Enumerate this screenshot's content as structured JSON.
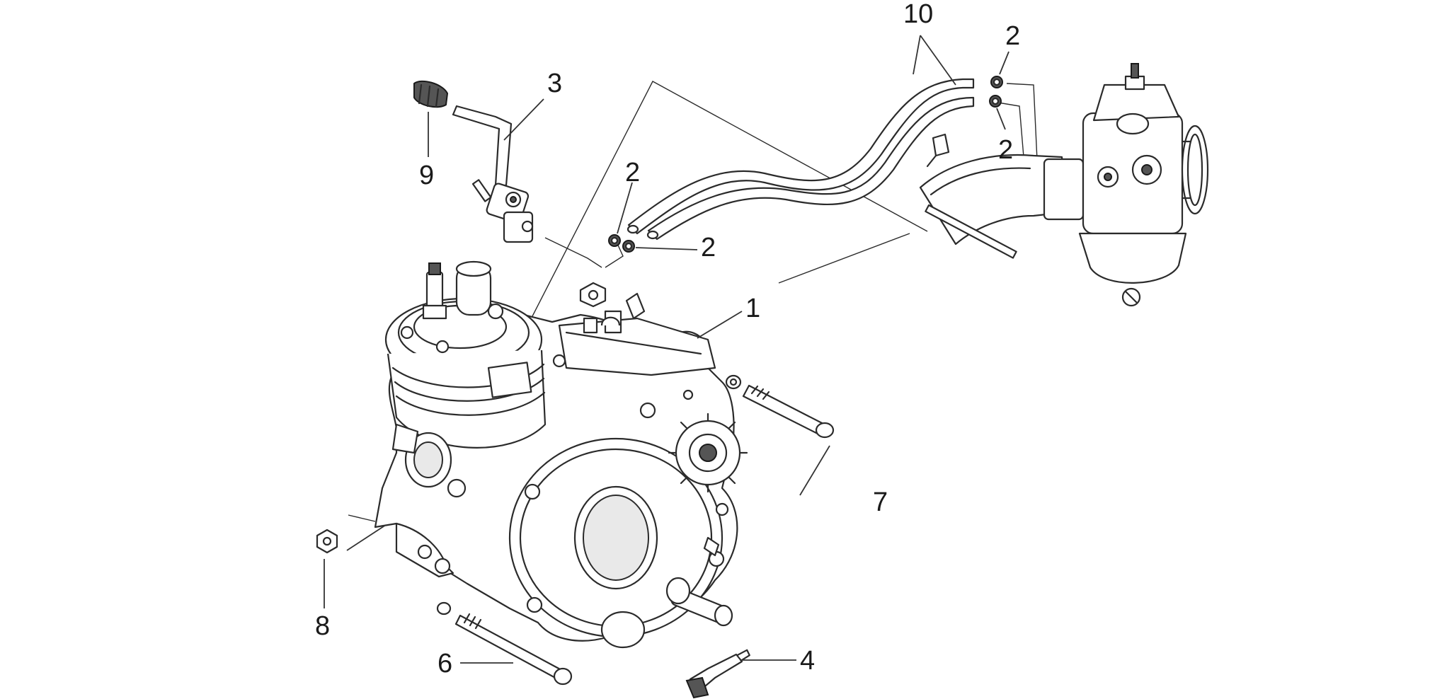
{
  "diagram": {
    "callouts": {
      "c1": "1",
      "c2a": "2",
      "c2b": "2",
      "c2c": "2",
      "c2d": "2",
      "c3": "3",
      "c4": "4",
      "c6": "6",
      "c7": "7",
      "c8": "8",
      "c9": "9",
      "c10": "10"
    }
  }
}
